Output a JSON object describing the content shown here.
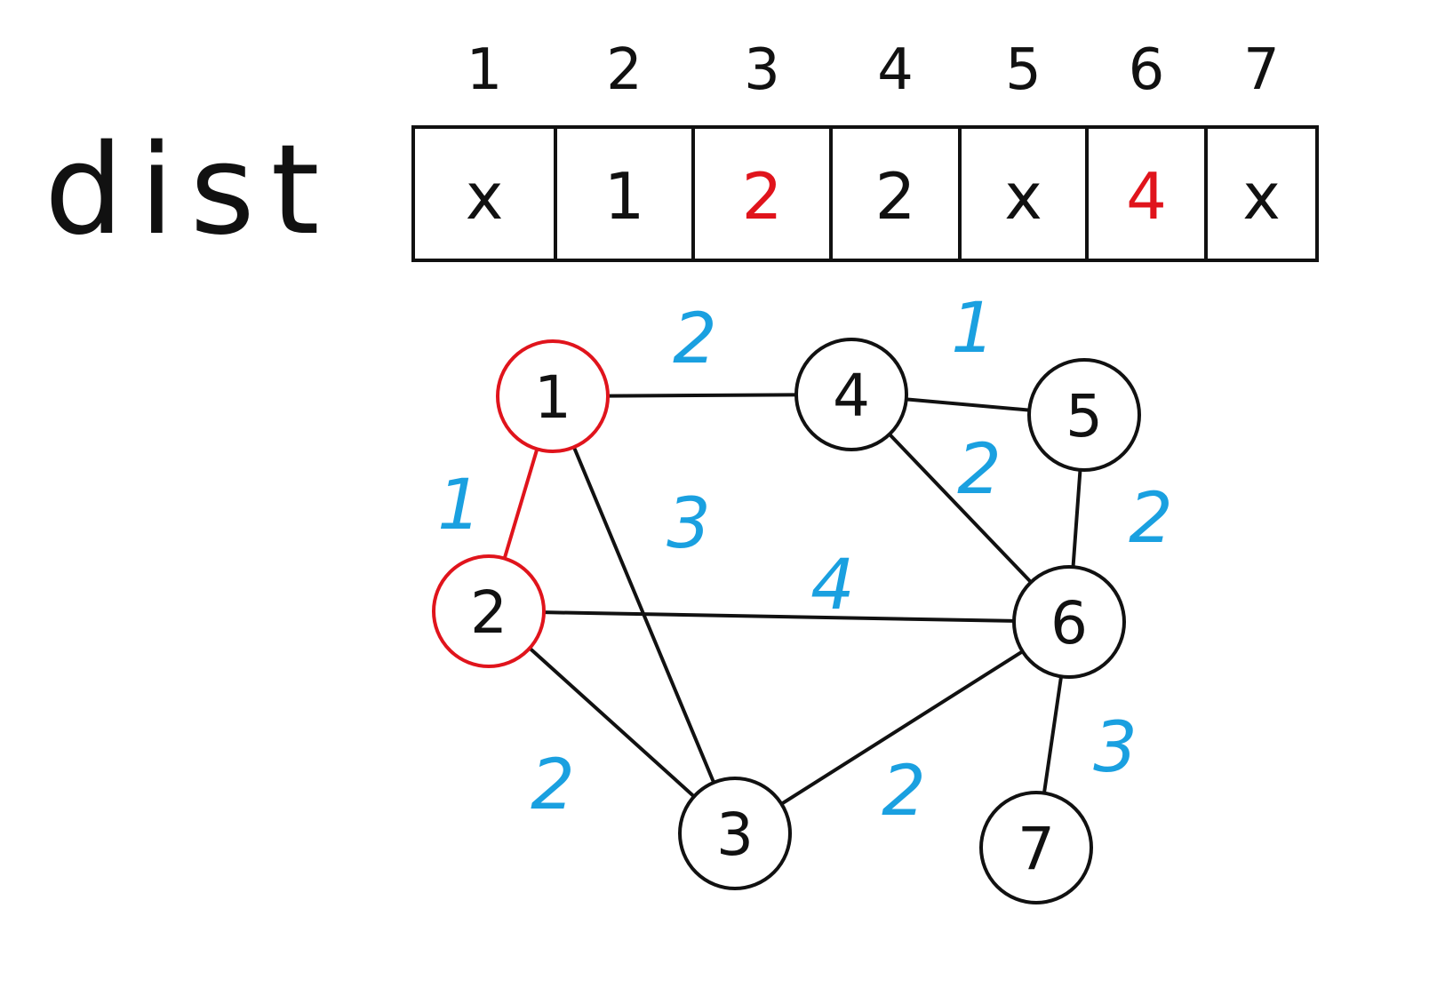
{
  "title": "dist",
  "colors": {
    "ink": "#111111",
    "highlight": "#e0141c",
    "weight": "#1aa0e0",
    "background": "#ffffff"
  },
  "dist_table": {
    "indices": [
      "1",
      "2",
      "3",
      "4",
      "5",
      "6",
      "7"
    ],
    "values": [
      {
        "text": "x",
        "highlight": false
      },
      {
        "text": "1",
        "highlight": false
      },
      {
        "text": "2",
        "highlight": true
      },
      {
        "text": "2",
        "highlight": false
      },
      {
        "text": "x",
        "highlight": false
      },
      {
        "text": "4",
        "highlight": true
      },
      {
        "text": "x",
        "highlight": false
      }
    ]
  },
  "graph": {
    "nodes": [
      {
        "id": "1",
        "label": "1",
        "highlight": true
      },
      {
        "id": "2",
        "label": "2",
        "highlight": true
      },
      {
        "id": "3",
        "label": "3",
        "highlight": false
      },
      {
        "id": "4",
        "label": "4",
        "highlight": false
      },
      {
        "id": "5",
        "label": "5",
        "highlight": false
      },
      {
        "id": "6",
        "label": "6",
        "highlight": false
      },
      {
        "id": "7",
        "label": "7",
        "highlight": false
      }
    ],
    "edges": [
      {
        "from": "1",
        "to": "4",
        "weight": "2",
        "highlight": false
      },
      {
        "from": "4",
        "to": "5",
        "weight": "1",
        "highlight": false
      },
      {
        "from": "1",
        "to": "2",
        "weight": "1",
        "highlight": true
      },
      {
        "from": "1",
        "to": "3",
        "weight": "3",
        "highlight": false
      },
      {
        "from": "4",
        "to": "6",
        "weight": "2",
        "highlight": false
      },
      {
        "from": "5",
        "to": "6",
        "weight": "2",
        "highlight": false
      },
      {
        "from": "2",
        "to": "6",
        "weight": "4",
        "highlight": false
      },
      {
        "from": "2",
        "to": "3",
        "weight": "2",
        "highlight": false
      },
      {
        "from": "3",
        "to": "6",
        "weight": "2",
        "highlight": false
      },
      {
        "from": "6",
        "to": "7",
        "weight": "3",
        "highlight": false
      }
    ]
  }
}
